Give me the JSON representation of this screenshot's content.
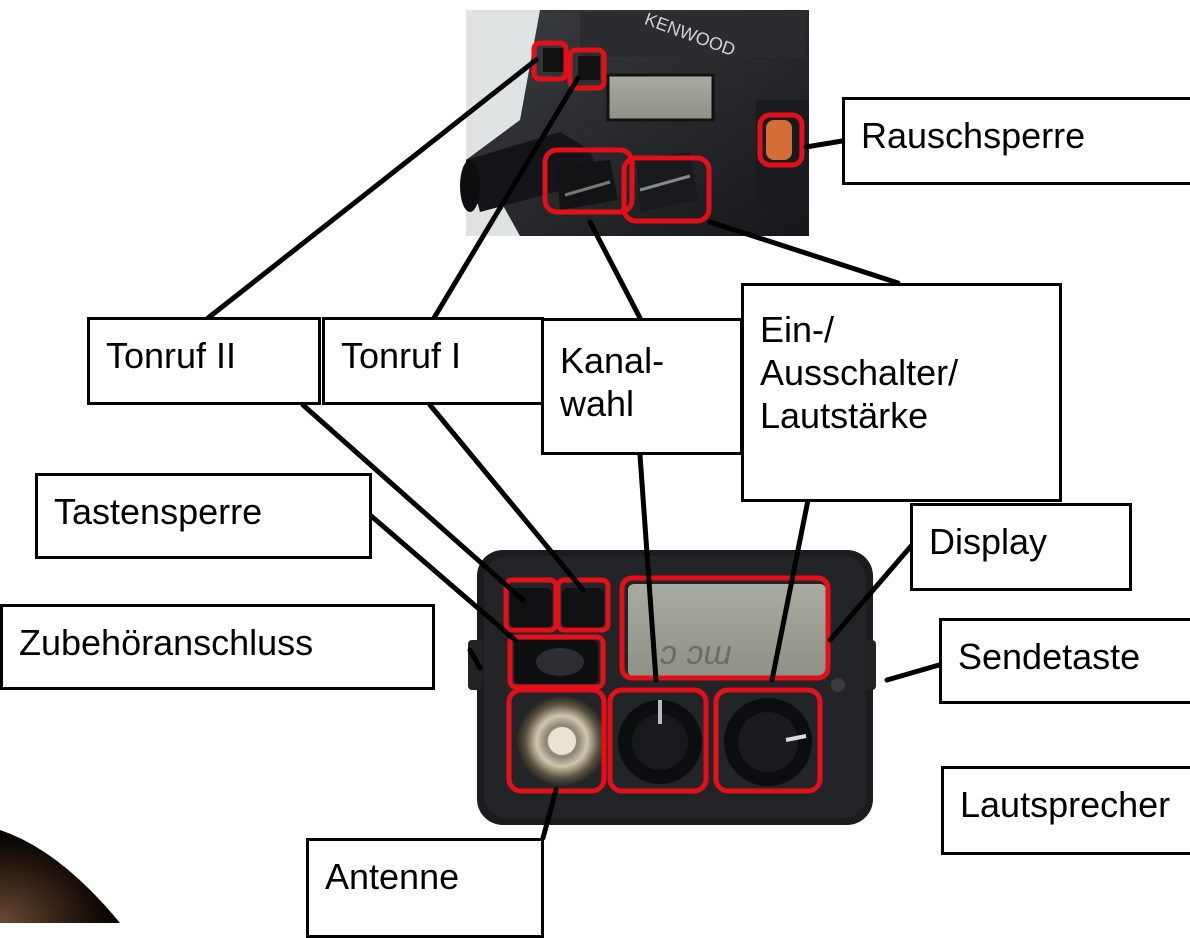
{
  "labels": {
    "rauschsperre": "Rauschsperre",
    "tonruf_ii": "Tonruf II",
    "tonruf_i": "Tonruf I",
    "kanalwahl": "Kanal-\nwahl",
    "ein_aus": "Ein-/\nAusschalter/\nLautstärke",
    "tastensperre": "Tastensperre",
    "display": "Display",
    "zubehoer": "Zubehöranschluss",
    "sendetaste": "Sendetaste",
    "lautsprecher": "Lautsprecher",
    "antenne": "Antenne"
  },
  "device_brand": "KENWOOD",
  "colors": {
    "highlight": "#e3101a",
    "leader_line": "#000000",
    "label_border": "#000000"
  }
}
